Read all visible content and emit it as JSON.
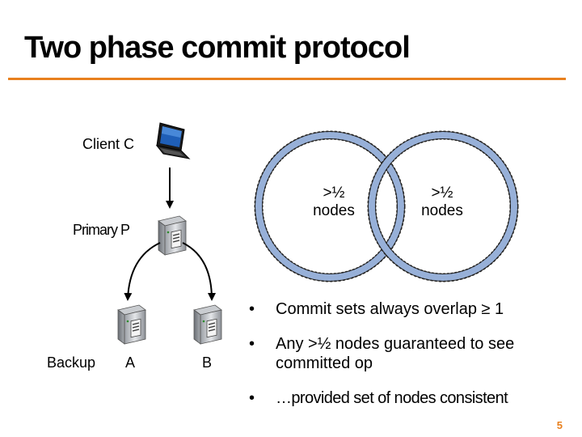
{
  "title": "Two phase commit protocol",
  "accent_color": "#e8801e",
  "diagram": {
    "client_label": "Client C",
    "primary_label": "Primary P",
    "backup_label": "Backup",
    "backup_a_label": "A",
    "backup_b_label": "B",
    "quorum_left": {
      "line1": ">½",
      "line2": "nodes"
    },
    "quorum_right": {
      "line1": ">½",
      "line2": "nodes"
    },
    "icons": [
      "laptop-icon",
      "server-icon"
    ]
  },
  "bullets": [
    "Commit sets always overlap ≥ 1",
    "Any >½ nodes guaranteed to see committed op",
    "…provided set of nodes consistent"
  ],
  "bullet_glyph": "•",
  "page_number": "5"
}
